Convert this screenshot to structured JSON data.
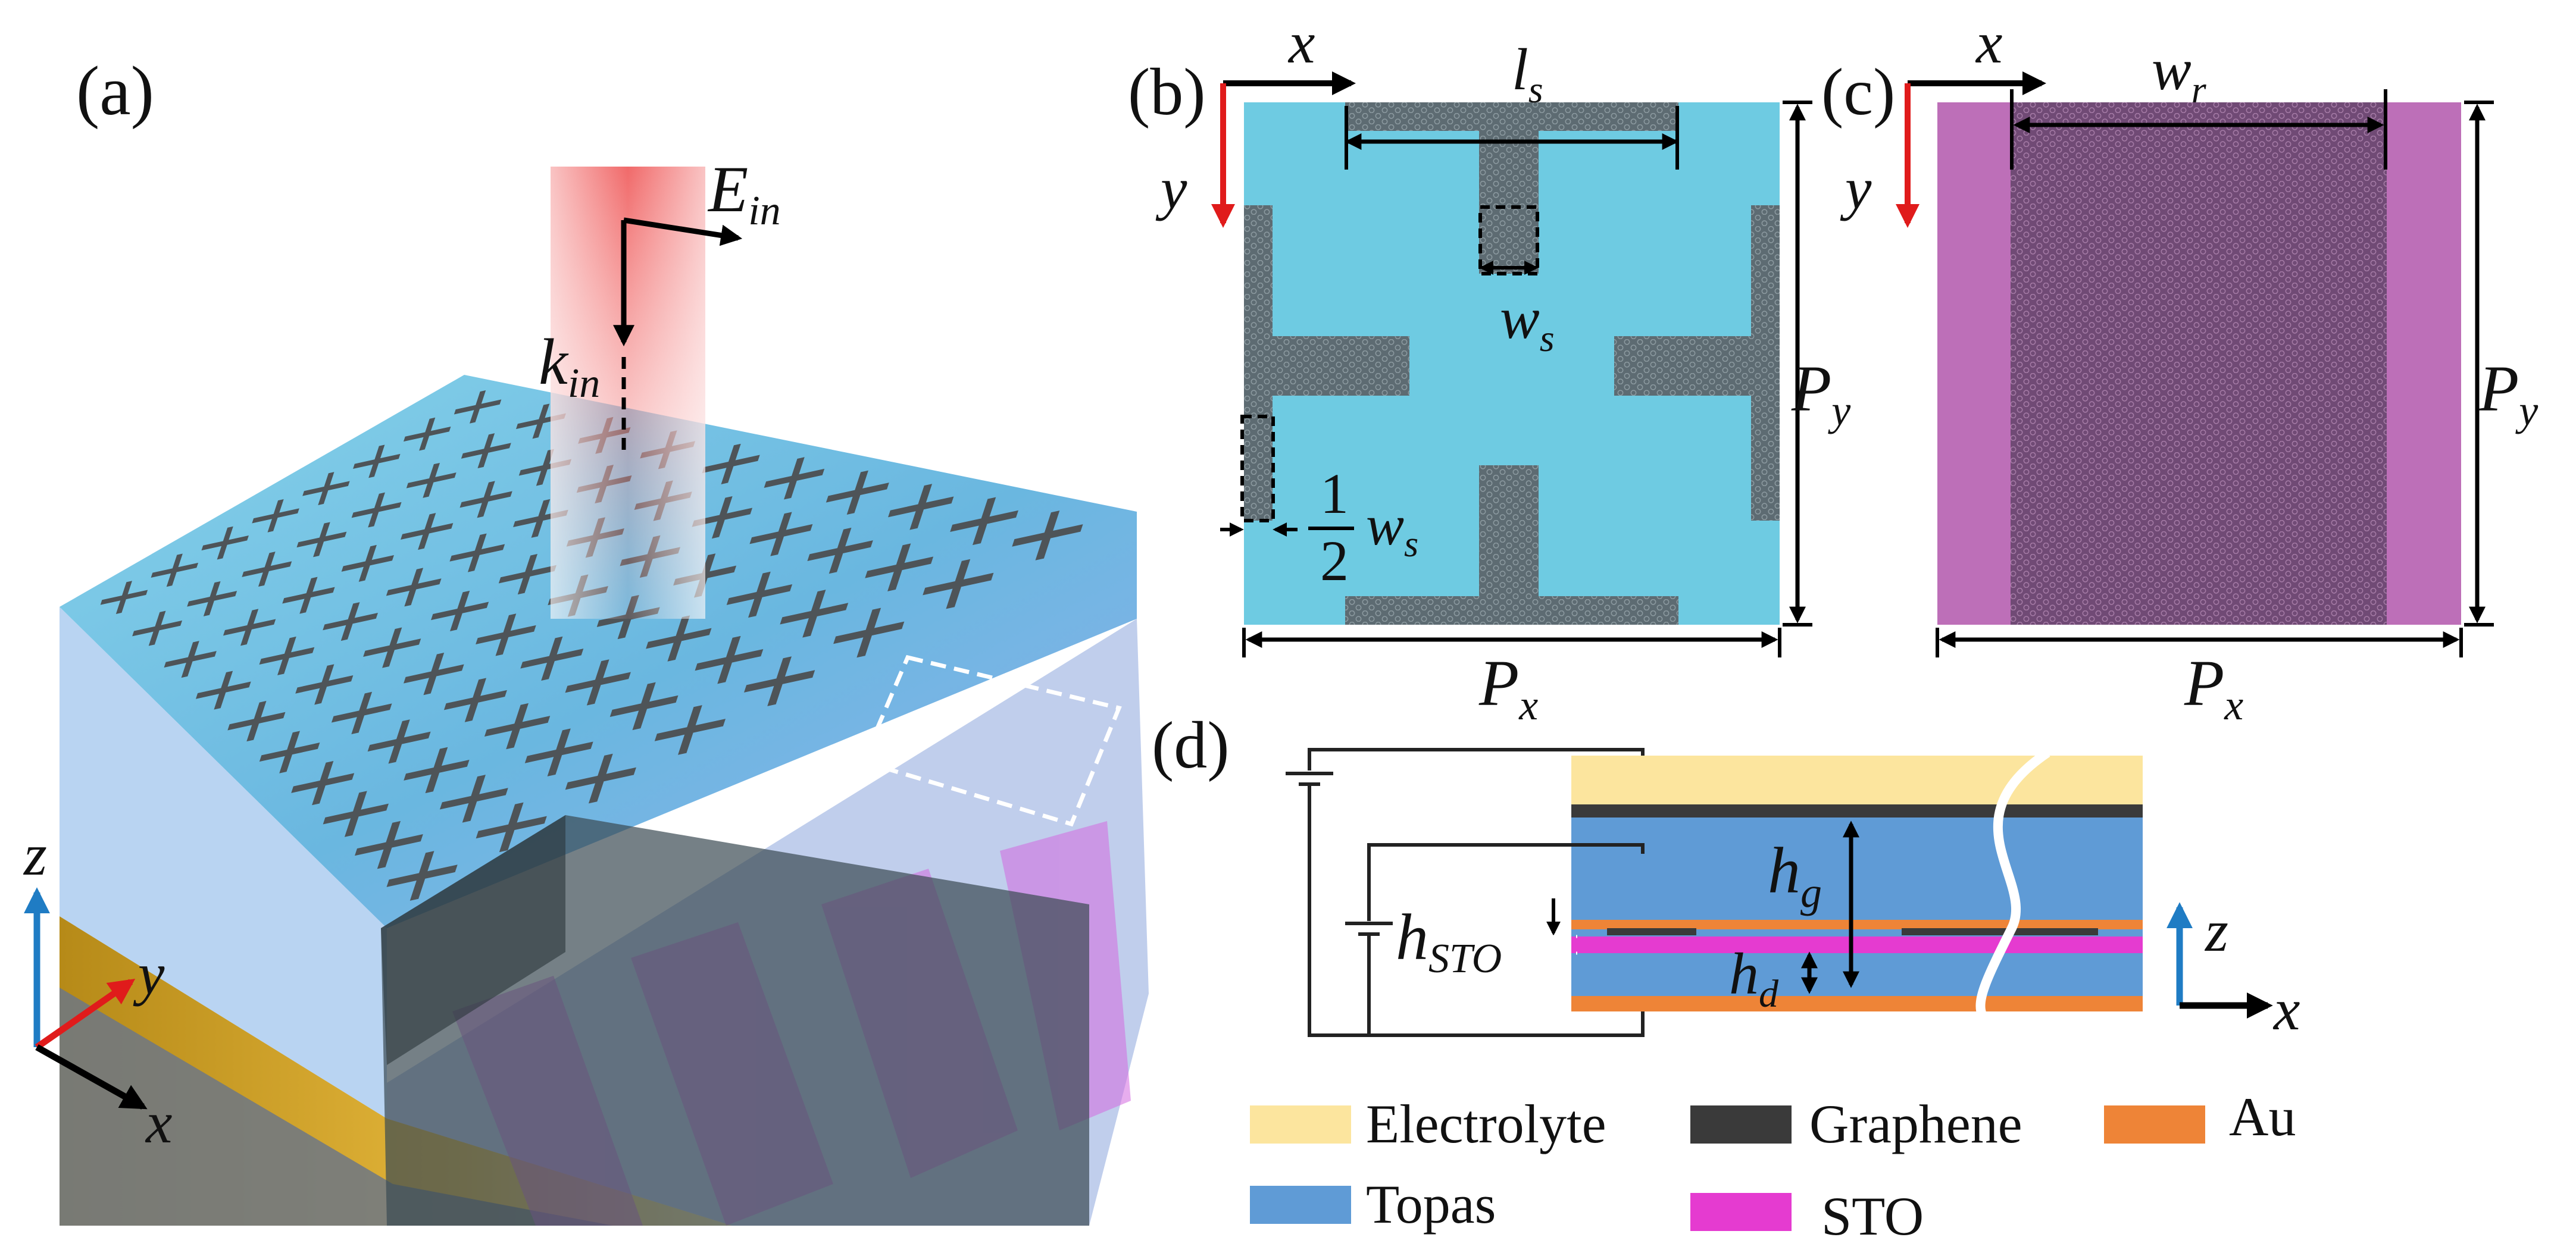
{
  "panels": {
    "a": {
      "label": "(a)",
      "E": "E",
      "E_sub": "in",
      "k": "k",
      "k_sub": "in",
      "axis_z": "z",
      "axis_y": "y",
      "axis_x": "x"
    },
    "b": {
      "label": "(b)",
      "axis_x": "x",
      "axis_y": "y",
      "ls": "l",
      "ls_sub": "s",
      "ws": "w",
      "ws_sub": "s",
      "half_num": "1",
      "half_den": "2",
      "half_w": "w",
      "half_w_sub": "s",
      "Py": "P",
      "Py_sub": "y",
      "Px": "P",
      "Px_sub": "x"
    },
    "c": {
      "label": "(c)",
      "axis_x": "x",
      "axis_y": "y",
      "wr": "w",
      "wr_sub": "r",
      "Py": "P",
      "Py_sub": "y",
      "Px": "P",
      "Px_sub": "x"
    },
    "d": {
      "label": "(d)",
      "hg": "h",
      "hg_sub": "g",
      "hd": "h",
      "hd_sub": "d",
      "hSTO": "h",
      "hSTO_sub": "STO",
      "axis_z": "z",
      "axis_x": "x"
    }
  },
  "legend": [
    {
      "label": "Electrolyte",
      "color": "#fce59e"
    },
    {
      "label": "Graphene",
      "color": "#3a3a3a"
    },
    {
      "label": "Au",
      "color": "#ee8437"
    },
    {
      "label": "Topas",
      "color": "#5f9bd6"
    },
    {
      "label": "STO",
      "color": "#e53bd0"
    }
  ],
  "colors": {
    "cell_b": "#6ecbe2",
    "cell_c_side": "#bd6fb8",
    "cell_c_center": "#7a4d7f",
    "graphene_pattern": "#5a6a72",
    "axis_red": "#e01b1b",
    "axis_blue": "#1f7cc4",
    "au_gold": "#d9a62a"
  }
}
